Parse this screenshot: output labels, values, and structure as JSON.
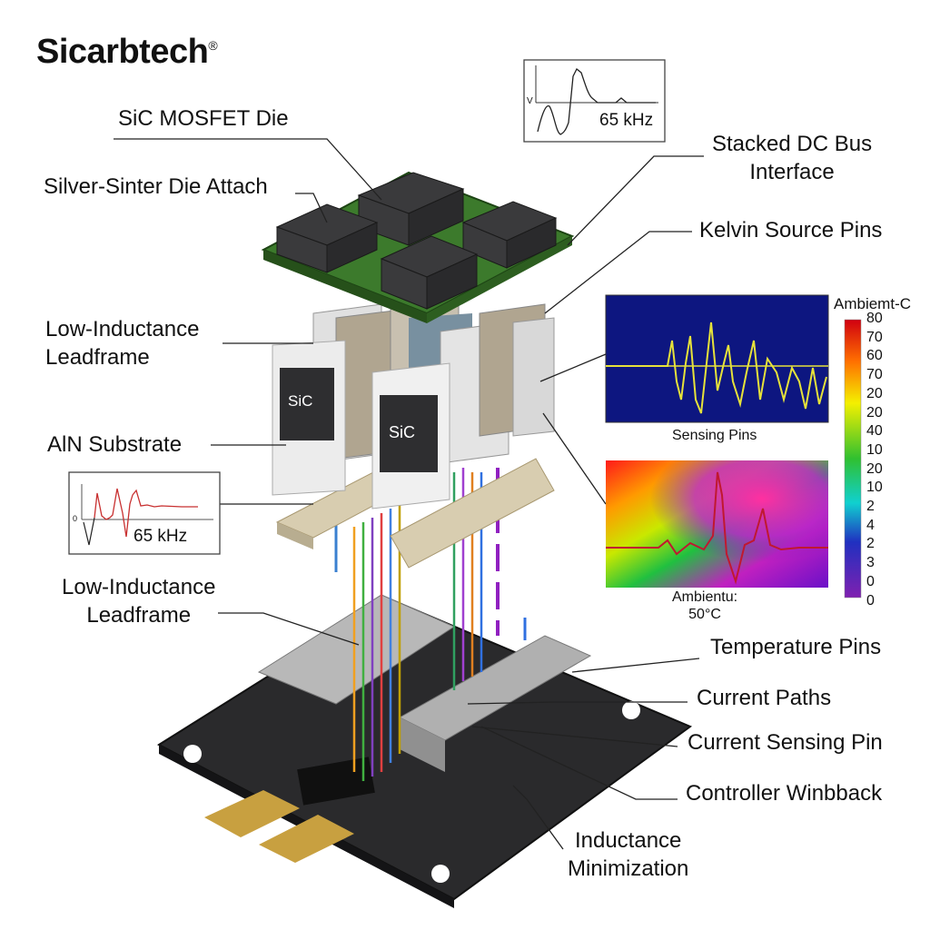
{
  "brand": {
    "name": "Sicarbtech",
    "mark": "®"
  },
  "labels": {
    "sic_mosfet_die": "SiC MOSFET Die",
    "silver_sinter": "Silver-Sinter Die Attach",
    "leadframe_1": [
      "Low-Inductance",
      "Leadframe"
    ],
    "aln_substrate": "AlN Substrate",
    "leadframe_2": [
      "Low-Inductance",
      "Leadframe"
    ],
    "stacked_dc_bus": [
      "Stacked DC Bus",
      "Interface"
    ],
    "kelvin_source_pins": "Kelvin Source Pins",
    "sensing_pins": "Sensing Pins",
    "ambient": [
      "Ambientu:",
      "50°C"
    ],
    "temperature_pins": "Temperature Pins",
    "current_paths": "Current Paths",
    "current_sensing_pin": "Current Sensing Pin",
    "controller_winbback": "Controller Winbback",
    "inductance_minimization": [
      "Inductance",
      "Minimization"
    ]
  },
  "chips": {
    "die_label_1": "SiC",
    "die_label_2": "SiC"
  },
  "insets": {
    "top_waveform": {
      "freq": "65 kHz",
      "y_axis": "V"
    },
    "left_waveform": {
      "freq": "65 kHz",
      "y_zero": "0"
    }
  },
  "colorbar": {
    "title": "Ambiemt-C",
    "ticks": [
      "80",
      "70",
      "60",
      "70",
      "20",
      "20",
      "40",
      "10",
      "20",
      "10",
      "2",
      "4",
      "2",
      "3",
      "0",
      "0"
    ]
  },
  "colors": {
    "pcb_green": "#3c7a2c",
    "pcb_black": "#2a2a2c",
    "scope_bg": "#0d1680",
    "trace": "#e6e23a"
  }
}
